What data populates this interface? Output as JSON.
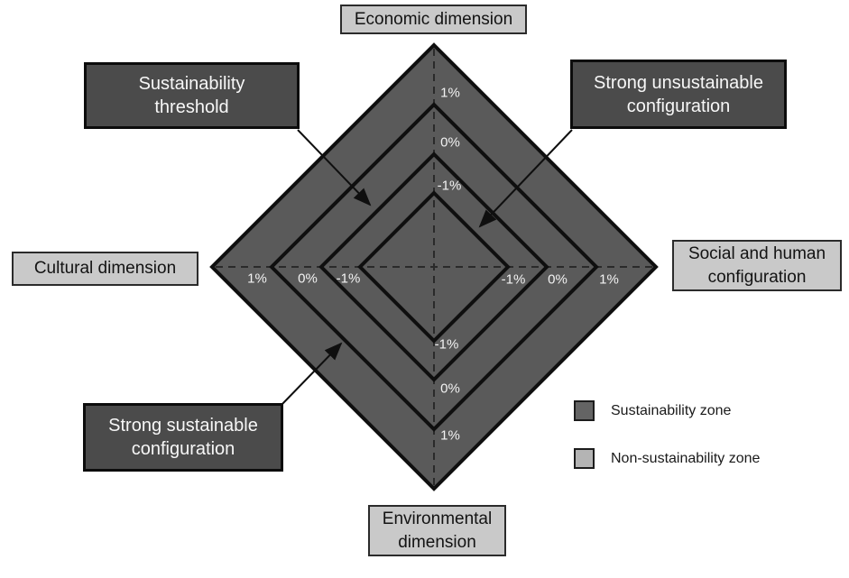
{
  "axes": {
    "top": {
      "label": "Economic dimension",
      "ticks": [
        "1%",
        "0%",
        "-1%"
      ]
    },
    "right": {
      "label_lines": [
        "Social and human",
        "configuration"
      ],
      "ticks": [
        "-1%",
        "0%",
        "1%"
      ]
    },
    "bottom": {
      "label_lines": [
        "Environmental",
        "dimension"
      ],
      "ticks": [
        "-1%",
        "0%",
        "1%"
      ]
    },
    "left": {
      "label": "Cultural dimension",
      "ticks": [
        "1%",
        "0%",
        "-1%"
      ]
    }
  },
  "annotations": {
    "threshold": {
      "lines": [
        "Sustainability",
        "threshold"
      ]
    },
    "unsustainable": {
      "lines": [
        "Strong unsustainable",
        "configuration"
      ]
    },
    "sustainable": {
      "lines": [
        "Strong sustainable",
        "configuration"
      ]
    }
  },
  "legend": {
    "items": [
      {
        "label": "Sustainability zone",
        "swatch_color": "#646464"
      },
      {
        "label": "Non-sustainability zone",
        "swatch_color": "#b4b4b4"
      }
    ]
  },
  "rings": {
    "tick_values": [
      "1%",
      "0%",
      "-1%"
    ],
    "note": "concentric diamond gridlines from outer to inner"
  },
  "colors": {
    "zone_fill": "#5a5a5a",
    "ring_stroke": "#0f0f0f",
    "dashed_axis": "#2a2a2a",
    "dark_box_fill": "#4b4b4b",
    "dark_box_text": "#f7f7f7",
    "light_box_fill": "#c9c9c9",
    "light_box_text": "#131313",
    "tick_text": "#f2f2f2",
    "background": "#ffffff"
  }
}
